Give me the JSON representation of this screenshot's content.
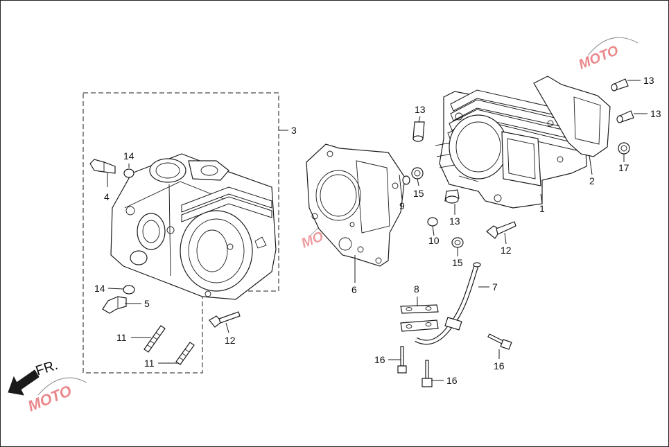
{
  "diagram": {
    "direction_label": "FR.",
    "watermark_text": "MOTO",
    "watermark_colors": {
      "red": "#d9262c",
      "blue": "#2f4fa8"
    },
    "callouts": [
      {
        "id": "c1",
        "text": "1"
      },
      {
        "id": "c2",
        "text": "2"
      },
      {
        "id": "c3",
        "text": "3"
      },
      {
        "id": "c4",
        "text": "4"
      },
      {
        "id": "c5",
        "text": "5"
      },
      {
        "id": "c6",
        "text": "6"
      },
      {
        "id": "c7",
        "text": "7"
      },
      {
        "id": "c8",
        "text": "8"
      },
      {
        "id": "c9",
        "text": "9"
      },
      {
        "id": "c10",
        "text": "10"
      },
      {
        "id": "c11a",
        "text": "11"
      },
      {
        "id": "c11b",
        "text": "11"
      },
      {
        "id": "c12a",
        "text": "12"
      },
      {
        "id": "c12b",
        "text": "12"
      },
      {
        "id": "c13a",
        "text": "13"
      },
      {
        "id": "c13b",
        "text": "13"
      },
      {
        "id": "c13c",
        "text": "13"
      },
      {
        "id": "c13d",
        "text": "13"
      },
      {
        "id": "c14a",
        "text": "14"
      },
      {
        "id": "c14b",
        "text": "14"
      },
      {
        "id": "c15a",
        "text": "15"
      },
      {
        "id": "c15b",
        "text": "15"
      },
      {
        "id": "c16a",
        "text": "16"
      },
      {
        "id": "c16b",
        "text": "16"
      },
      {
        "id": "c16c",
        "text": "16"
      },
      {
        "id": "c17",
        "text": "17"
      }
    ]
  }
}
